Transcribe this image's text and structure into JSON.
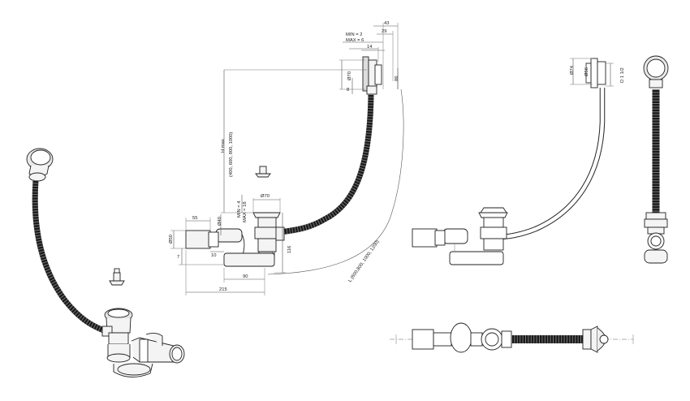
{
  "views": {
    "perspective": {},
    "side": {
      "labels": {
        "min": "MIN = 2",
        "max": "MAX = 6",
        "d43": "43",
        "d29": "29",
        "d14": "14",
        "d8": "8",
        "d86": "86",
        "dia70": "Ø70",
        "hmax": "H max",
        "hvalues": "(400, 600, 800, 1000)",
        "min4": "MIN = 4",
        "max18": "MAX = 18",
        "dia70b": "Ø70",
        "d55": "55",
        "dia40": "Ø40",
        "dia50": "Ø50",
        "d7": "7",
        "d10": "10",
        "d116": "116",
        "d90": "90",
        "d215": "215",
        "length": "L (600,800, 1000, 1200)"
      }
    },
    "front": {
      "labels": {
        "dia74": "Ø74",
        "dia56": "Ø56",
        "d112": "D 1 1/2"
      }
    },
    "end": {},
    "top": {}
  }
}
